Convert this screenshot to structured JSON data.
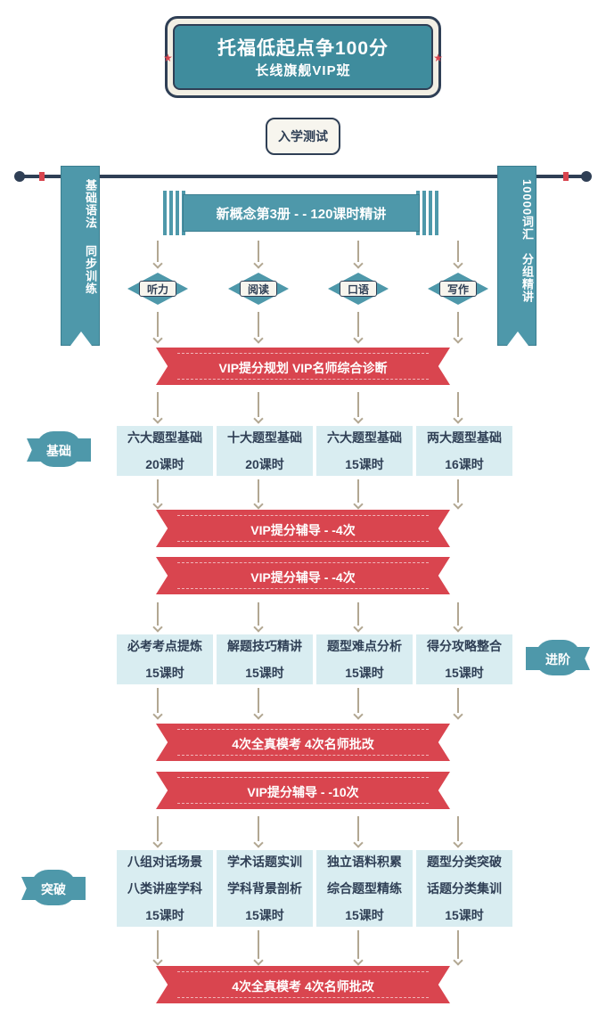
{
  "title": {
    "line1": "托福低起点争100分",
    "line2": "长线旗舰VIP班"
  },
  "entrance_test": "入学测试",
  "side_ribbons": {
    "left": [
      "基础语法",
      "同步训练"
    ],
    "right": [
      "10000词汇",
      "分组精讲"
    ]
  },
  "top_course": "新概念第3册 - - 120课时精讲",
  "skills": [
    "听力",
    "阅读",
    "口语",
    "写作"
  ],
  "ribbons": {
    "r1": "VIP提分规划  VIP名师综合诊断",
    "r2": "VIP提分辅导 - -4次",
    "r3": "VIP提分辅导 - -4次",
    "r4": "4次全真模考  4次名师批改",
    "r5": "VIP提分辅导 - -10次",
    "r6": "4次全真模考  4次名师批改"
  },
  "stages": {
    "basic": "基础",
    "advanced": "进阶",
    "breakthrough": "突破"
  },
  "basic_courses": [
    {
      "name": "六大题型基础",
      "hours": "20课时"
    },
    {
      "name": "十大题型基础",
      "hours": "20课时"
    },
    {
      "name": "六大题型基础",
      "hours": "15课时"
    },
    {
      "name": "两大题型基础",
      "hours": "16课时"
    }
  ],
  "advanced_courses": [
    {
      "name": "必考考点提炼",
      "hours": "15课时"
    },
    {
      "name": "解题技巧精讲",
      "hours": "15课时"
    },
    {
      "name": "题型难点分析",
      "hours": "15课时"
    },
    {
      "name": "得分攻略整合",
      "hours": "15课时"
    }
  ],
  "breakthrough_courses": [
    {
      "line1": "八组对话场景",
      "line2": "八类讲座学科",
      "hours": "15课时"
    },
    {
      "line1": "学术话题实训",
      "line2": "学科背景剖析",
      "hours": "15课时"
    },
    {
      "line1": "独立语料积累",
      "line2": "综合题型精练",
      "hours": "15课时"
    },
    {
      "line1": "题型分类突破",
      "line2": "话题分类集训",
      "hours": "15课时"
    }
  ],
  "colors": {
    "teal": "#4e98aa",
    "red": "#d9454f",
    "navy": "#2f3f55",
    "cell": "#d9edf1",
    "arrow": "#b2a792"
  }
}
